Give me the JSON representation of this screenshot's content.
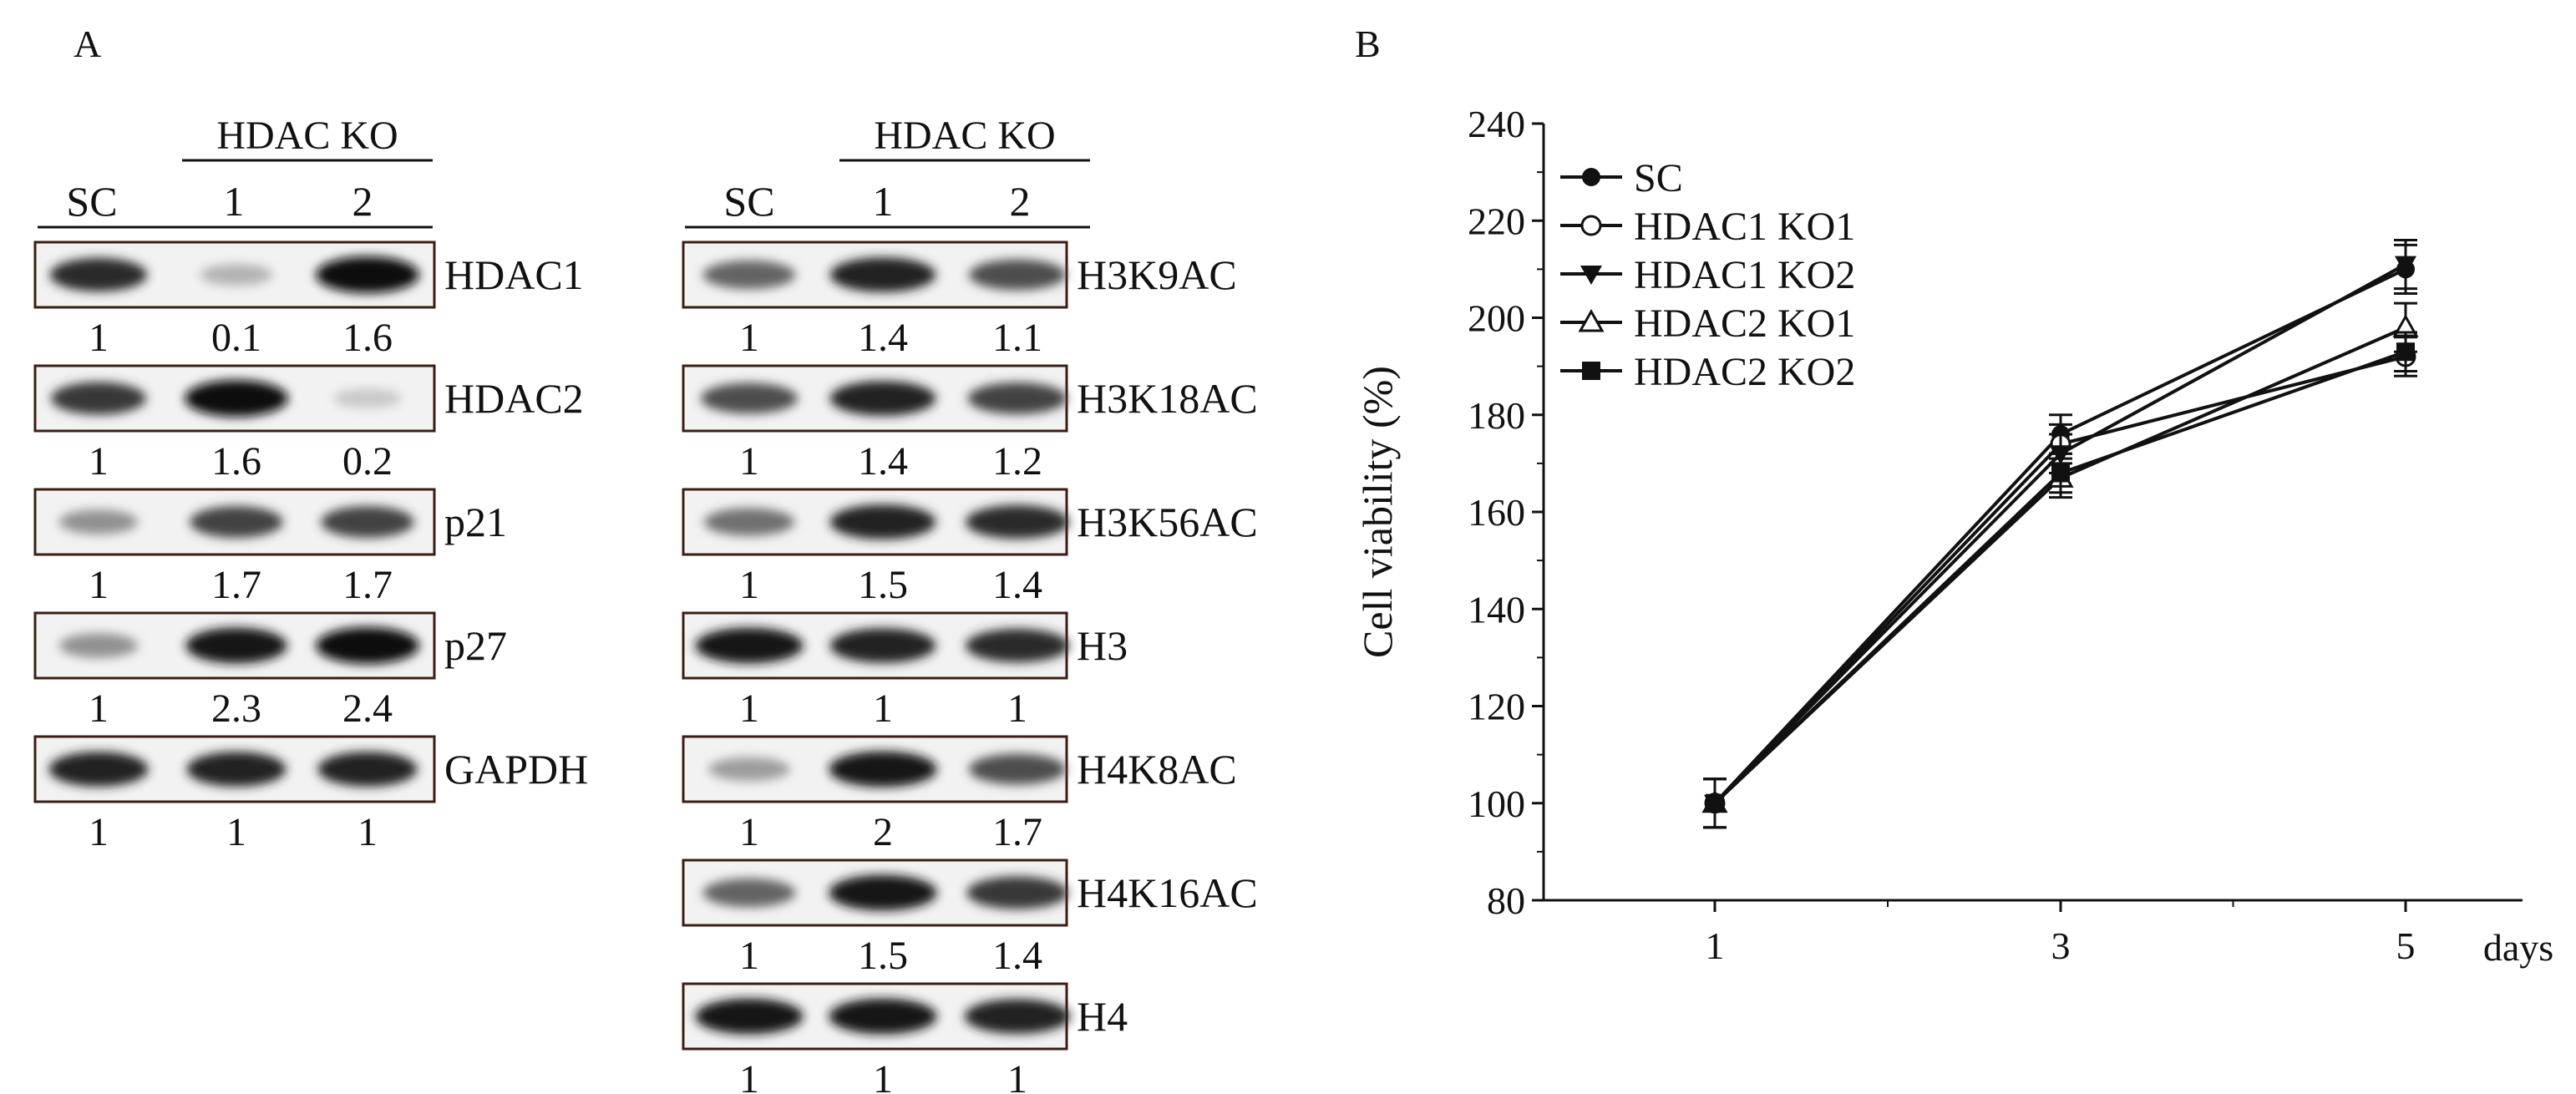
{
  "panel_a": {
    "label": "A",
    "left": {
      "group_label": "HDAC KO",
      "lanes": [
        "SC",
        "1",
        "2"
      ],
      "blots": [
        {
          "name": "HDAC1",
          "quant": [
            "1",
            "0.1",
            "1.6"
          ],
          "intensity": [
            0.85,
            0.25,
            1.0
          ]
        },
        {
          "name": "HDAC2",
          "quant": [
            "1",
            "1.6",
            "0.2"
          ],
          "intensity": [
            0.8,
            1.0,
            0.15
          ]
        },
        {
          "name": "p21",
          "quant": [
            "1",
            "1.7",
            "1.7"
          ],
          "intensity": [
            0.4,
            0.75,
            0.75
          ]
        },
        {
          "name": "p27",
          "quant": [
            "1",
            "2.3",
            "2.4"
          ],
          "intensity": [
            0.4,
            0.95,
            1.0
          ]
        },
        {
          "name": "GAPDH",
          "quant": [
            "1",
            "1",
            "1"
          ],
          "intensity": [
            0.9,
            0.9,
            0.9
          ]
        }
      ]
    },
    "right": {
      "group_label": "HDAC KO",
      "lanes": [
        "SC",
        "1",
        "2"
      ],
      "blots": [
        {
          "name": "H3K9AC",
          "quant": [
            "1",
            "1.4",
            "1.1"
          ],
          "intensity": [
            0.6,
            0.9,
            0.7
          ]
        },
        {
          "name": "H3K18AC",
          "quant": [
            "1",
            "1.4",
            "1.2"
          ],
          "intensity": [
            0.7,
            0.9,
            0.75
          ]
        },
        {
          "name": "H3K56AC",
          "quant": [
            "1",
            "1.5",
            "1.4"
          ],
          "intensity": [
            0.55,
            0.9,
            0.85
          ]
        },
        {
          "name": "H3",
          "quant": [
            "1",
            "1",
            "1"
          ],
          "intensity": [
            0.95,
            0.9,
            0.85
          ]
        },
        {
          "name": "H4K8AC",
          "quant": [
            "1",
            "2",
            "1.7"
          ],
          "intensity": [
            0.35,
            0.95,
            0.7
          ]
        },
        {
          "name": "H4K16AC",
          "quant": [
            "1",
            "1.5",
            "1.4"
          ],
          "intensity": [
            0.6,
            0.95,
            0.8
          ]
        },
        {
          "name": "H4",
          "quant": [
            "1",
            "1",
            "1"
          ],
          "intensity": [
            0.95,
            0.95,
            0.9
          ]
        }
      ]
    }
  },
  "panel_b": {
    "label": "B"
  },
  "chart_data": {
    "type": "line",
    "xlabel": "days",
    "ylabel": "Cell viability (%)",
    "x": [
      1,
      3,
      5
    ],
    "ylim": [
      80,
      240
    ],
    "yticks": [
      80,
      100,
      120,
      140,
      160,
      180,
      200,
      220,
      240
    ],
    "legend_position": "top-left",
    "series": [
      {
        "name": "SC",
        "marker": "filled-circle",
        "values": [
          100,
          176,
          210
        ],
        "errors": [
          5,
          4,
          5
        ]
      },
      {
        "name": "HDAC1 KO1",
        "marker": "open-circle",
        "values": [
          100,
          174,
          192
        ],
        "errors": [
          5,
          4,
          4
        ]
      },
      {
        "name": "HDAC1 KO2",
        "marker": "filled-triangle-down",
        "values": [
          100,
          172,
          211
        ],
        "errors": [
          5,
          4,
          5
        ]
      },
      {
        "name": "HDAC2 KO1",
        "marker": "open-triangle",
        "values": [
          100,
          167,
          198
        ],
        "errors": [
          5,
          4,
          5
        ]
      },
      {
        "name": "HDAC2 KO2",
        "marker": "filled-square",
        "values": [
          100,
          168,
          193
        ],
        "errors": [
          5,
          4,
          4
        ]
      }
    ]
  }
}
